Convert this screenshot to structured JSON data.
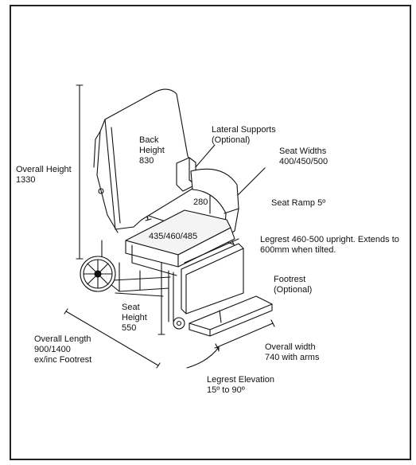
{
  "labels": {
    "overall_height": [
      "Overall Height",
      "1330"
    ],
    "back_height": [
      "Back",
      "Height",
      "830"
    ],
    "lateral_supports": [
      "Lateral Supports",
      "(Optional)"
    ],
    "seat_widths": [
      "Seat Widths",
      "400/450/500"
    ],
    "back_depth": "280",
    "seat_ramp": "Seat Ramp 5º",
    "seat_depth": "435/460/485",
    "legrest": [
      "Legrest 460-500 upright. Extends to",
      "600mm when tilted."
    ],
    "footrest": [
      "Footrest",
      "(Optional)"
    ],
    "seat_height": [
      "Seat",
      "Height",
      "550"
    ],
    "overall_length": [
      "Overall Length",
      "900/1400",
      "ex/inc Footrest"
    ],
    "overall_width": [
      "Overall width",
      "740 with arms"
    ],
    "legrest_elevation": [
      "Legrest Elevation",
      "15º to 90º"
    ]
  },
  "colors": {
    "line": "#111111",
    "fill": "#ffffff",
    "seat_top": "#f4f4f4"
  }
}
